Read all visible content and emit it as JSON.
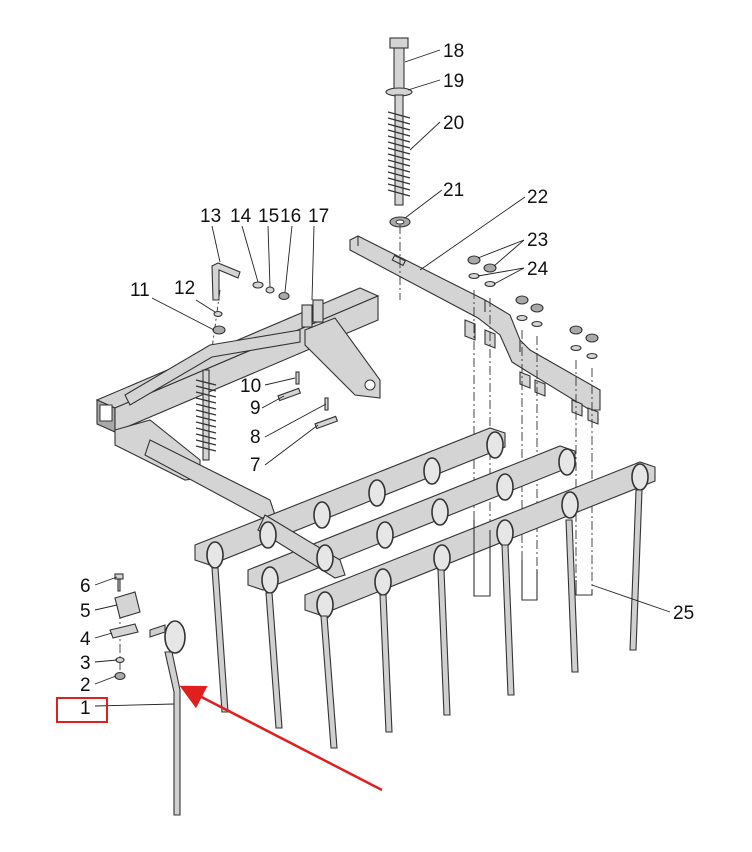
{
  "labels": {
    "l1": "1",
    "l2": "2",
    "l3": "3",
    "l4": "4",
    "l5": "5",
    "l6": "6",
    "l7": "7",
    "l8": "8",
    "l9": "9",
    "l10": "10",
    "l11": "11",
    "l12": "12",
    "l13": "13",
    "l14": "14",
    "l15": "15",
    "l16": "16",
    "l17": "17",
    "l18": "18",
    "l19": "19",
    "l20": "20",
    "l21": "21",
    "l22": "22",
    "l23": "23",
    "l24": "24",
    "l25": "25"
  },
  "highlight": {
    "part": "1",
    "color": "#e02020"
  }
}
